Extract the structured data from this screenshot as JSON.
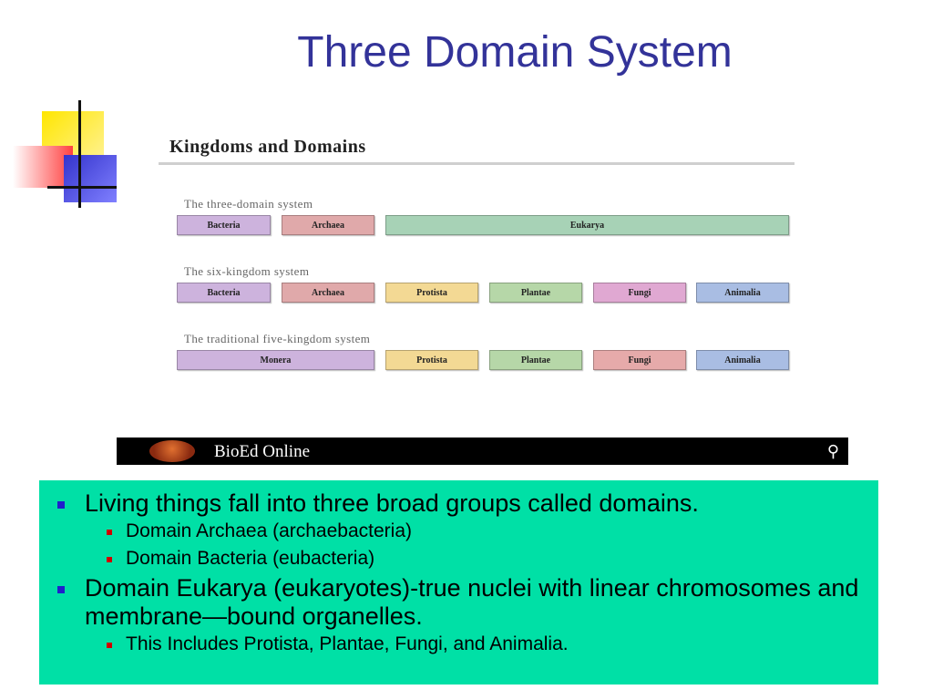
{
  "title": "Three Domain System",
  "figure": {
    "heading": "Kingdoms and Domains",
    "systems": [
      {
        "label": "The three-domain system",
        "boxes": [
          "Bacteria",
          "Archaea",
          "Eukarya"
        ]
      },
      {
        "label": "The six-kingdom system",
        "boxes": [
          "Bacteria",
          "Archaea",
          "Protista",
          "Plantae",
          "Fungi",
          "Animalia"
        ]
      },
      {
        "label": "The traditional five-kingdom system",
        "boxes": [
          "Monera",
          "Protista",
          "Plantae",
          "Fungi",
          "Animalia"
        ]
      }
    ],
    "footer": "BioEd Online",
    "footer_icon": "magnifier-icon"
  },
  "bullets": [
    {
      "text": "Living things fall into three broad groups called domains.",
      "sub": [
        "Domain Archaea (archaebacteria)",
        "Domain Bacteria (eubacteria)"
      ]
    },
    {
      "text": "Domain Eukarya (eukaryotes)-true nuclei with linear chromosomes and membrane—bound organelles.",
      "sub": [
        "This Includes Protista, Plantae, Fungi, and Animalia."
      ]
    }
  ],
  "colors": {
    "title": "#333399",
    "textbox_bg": "#00e0a6",
    "bullet_l1": "#2020cc",
    "bullet_l2": "#d00000"
  }
}
